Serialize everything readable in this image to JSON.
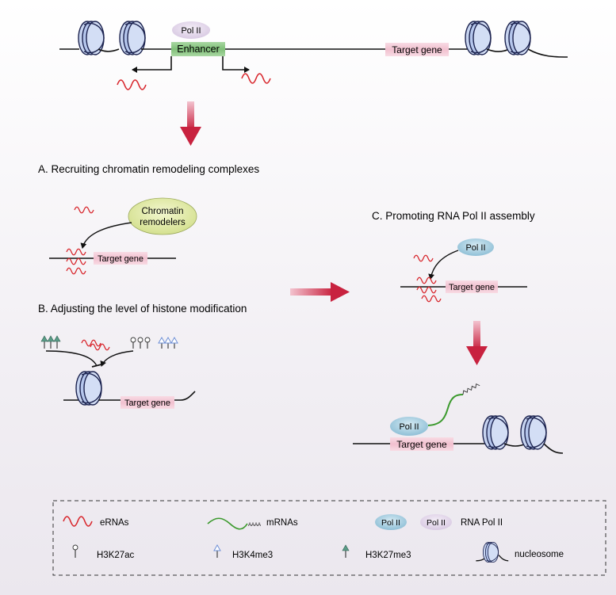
{
  "top": {
    "enhancer_label": "Enhancer",
    "pol2_label": "Pol II",
    "target_gene_label": "Target gene"
  },
  "panel_a": {
    "title": "A. Recruiting chromatin remodeling complexes",
    "remodelers_line1": "Chromatin",
    "remodelers_line2": "remodelers",
    "target_gene_label": "Target gene"
  },
  "panel_b": {
    "title": "B. Adjusting the level of histone modification",
    "target_gene_label": "Target gene"
  },
  "panel_c": {
    "title": "C. Promoting RNA Pol II assembly",
    "pol2_label": "Pol II",
    "target_gene_label": "Target gene",
    "polya_label": "AAAA",
    "bottom_pol2_label": "Pol II",
    "bottom_target_gene_label": "Target gene"
  },
  "legend": {
    "ernas": "eRNAs",
    "mrnas": "mRNAs",
    "mrna_tail": "AAAA",
    "pol2_a": "Pol II",
    "pol2_b": "Pol II",
    "rna_pol2": "RNA Pol II",
    "h3k27ac": "H3K27ac",
    "h3k4me3": "H3K4me3",
    "h3k27me3": "H3K27me3",
    "nucleosome": "nucleosome"
  },
  "colors": {
    "erna": "#d8262c",
    "mrna": "#3c9a2e",
    "enhancer_fill": "#8fc98a",
    "gene_fill": "#f3c9d6",
    "pol2_blue": "#a9cde0",
    "pol2_pink": "#e6d9ec",
    "remodeler_fill": "#e7efb0",
    "nucleosome": "#b9c9ec",
    "arrow": "#d33e5e",
    "h3k4me3": "#6d8fd6",
    "h3k27me3": "#5a9c87"
  }
}
